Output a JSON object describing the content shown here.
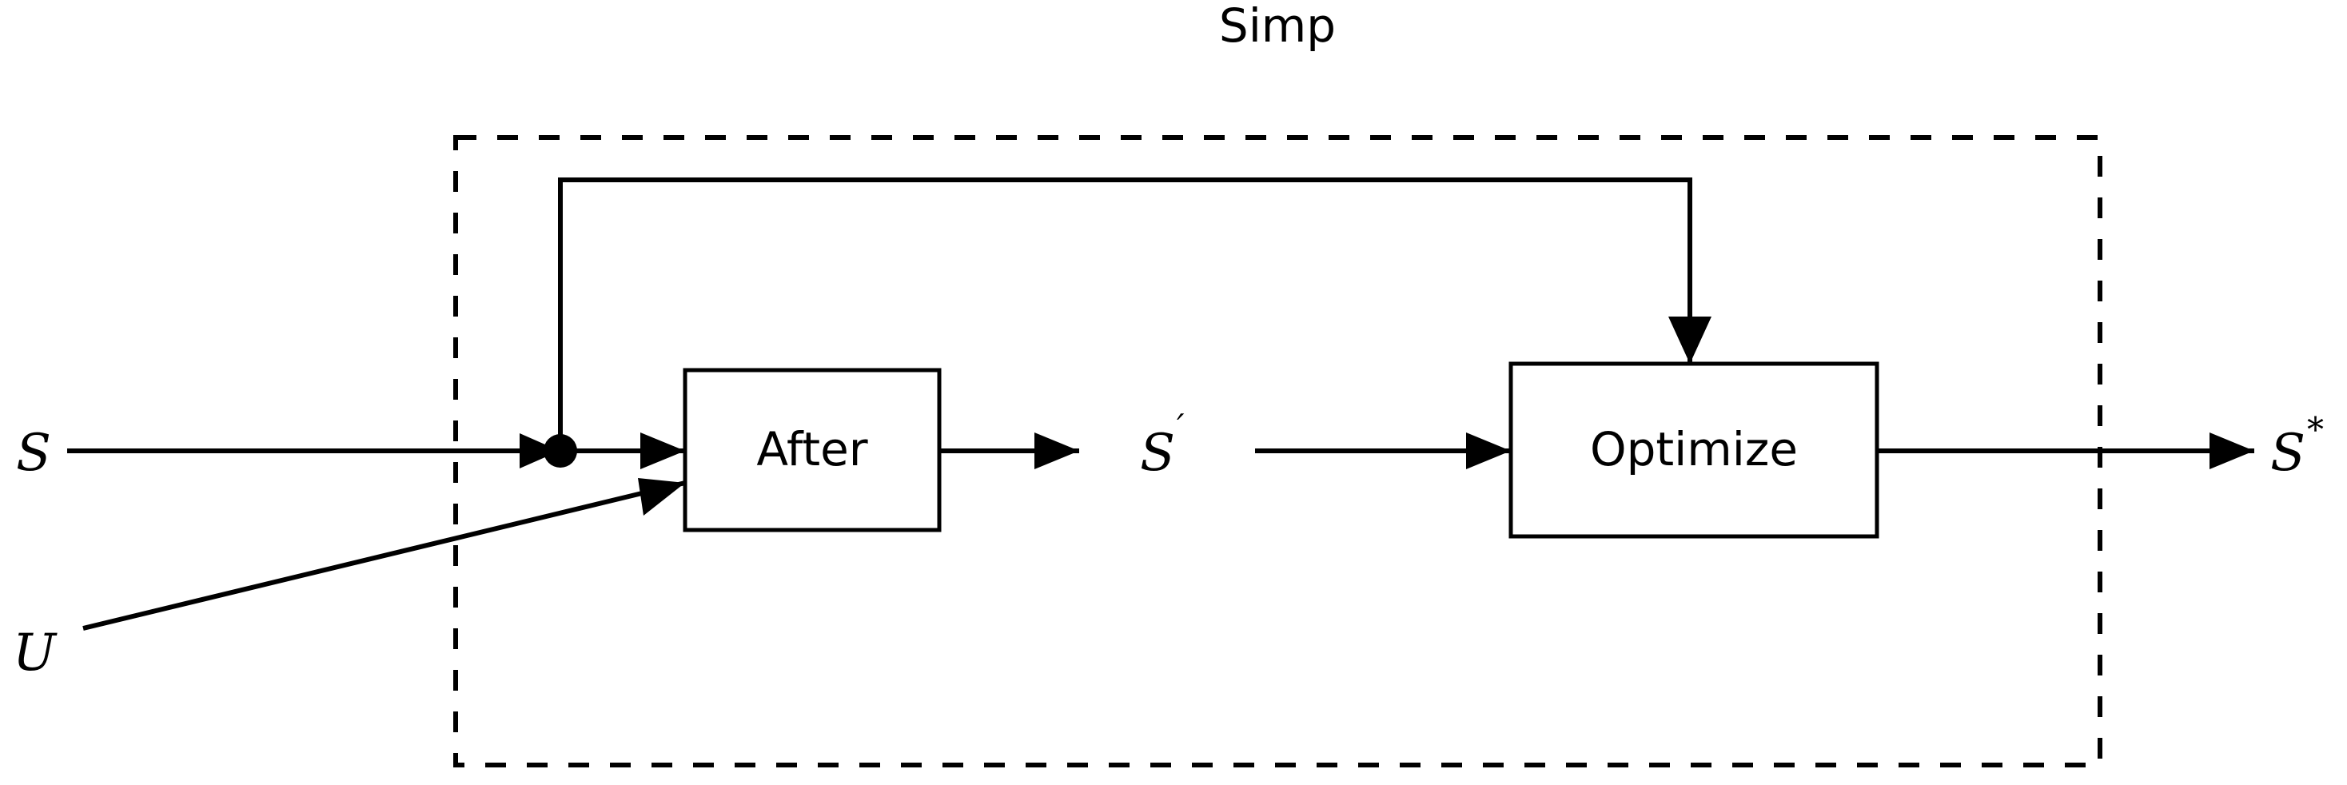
{
  "diagram": {
    "title": "Simp",
    "group": {
      "label": "Simp",
      "name": "simp-group"
    },
    "nodes": [
      {
        "id": "after",
        "label": "After"
      },
      {
        "id": "optimize",
        "label": "Optimize"
      }
    ],
    "signals": [
      {
        "id": "s-input",
        "label": "S",
        "sup": ""
      },
      {
        "id": "u-input",
        "label": "U",
        "sup": ""
      },
      {
        "id": "s-prime",
        "label": "S",
        "sup": "′"
      },
      {
        "id": "s-star",
        "label": "S",
        "sup": "*"
      }
    ],
    "edges": [
      {
        "id": "s-to-junction",
        "from": "S",
        "to": "junction"
      },
      {
        "id": "junction-to-after",
        "from": "junction",
        "to": "After"
      },
      {
        "id": "u-to-after",
        "from": "U",
        "to": "After"
      },
      {
        "id": "after-to-sprime",
        "from": "After",
        "to": "S′"
      },
      {
        "id": "sprime-to-optimize",
        "from": "S′",
        "to": "Optimize"
      },
      {
        "id": "optimize-to-sstar",
        "from": "Optimize",
        "to": "S*"
      },
      {
        "id": "junction-feedback-to-optimize",
        "from": "junction",
        "to": "Optimize"
      }
    ],
    "colors": {
      "stroke": "#000000",
      "background": "#ffffff",
      "box_fill": "#ffffff"
    }
  }
}
